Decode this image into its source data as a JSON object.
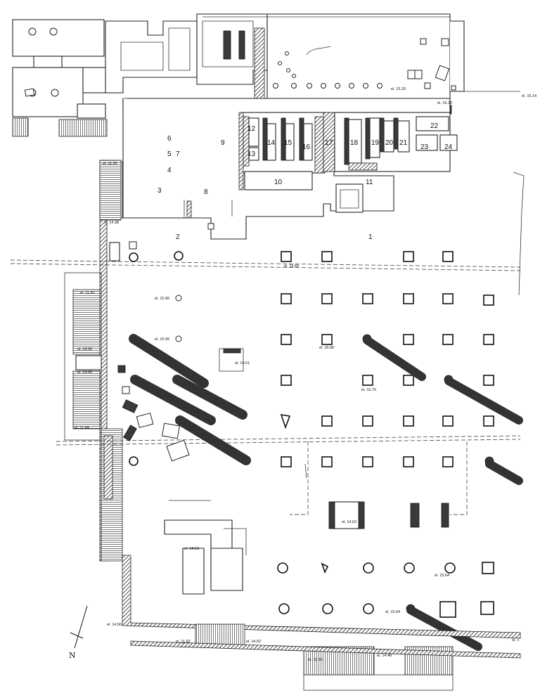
{
  "rooms": {
    "r1": "1",
    "r2": "2",
    "r3": "3",
    "r4": "4",
    "r5": "5",
    "r6": "6",
    "r7": "7",
    "r8": "8",
    "r9": "9",
    "r10": "10",
    "r11": "11",
    "r12": "12",
    "r13": "13",
    "r14": "14",
    "r15": "15",
    "r16": "16",
    "r17": "17",
    "r18": "18",
    "r19": "19",
    "r20": "20",
    "r21": "21",
    "r22": "22",
    "r23": "23",
    "r24": "24"
  },
  "elevations": {
    "e1": "el. 15.33",
    "e2": "el. 15.33",
    "e3": "el. 15.14",
    "e4": "el. 11.92",
    "e5": "el. 14.38",
    "e6": "el. 11.81",
    "e7": "el. 14.42",
    "e8": "el. 14.40",
    "e9": "el. 11.84",
    "e10": "el. 15.69",
    "e11": "el. 15.66",
    "e12": "el. 15.65",
    "e13": "el. 15.68",
    "e14": "el. 14.61",
    "e15": "el. 15.70",
    "e16": "el. 14.63",
    "e17": "el. 14.53",
    "e18": "el. 15.64",
    "e19": "el. 15.64",
    "e20": "el. 14.56",
    "e21": "el. 11.92",
    "e22": "el. 14.52",
    "e23": "el. 11.86",
    "e24": "el. 14.48",
    "e25": "el. 1"
  },
  "compass": {
    "north": "N"
  }
}
